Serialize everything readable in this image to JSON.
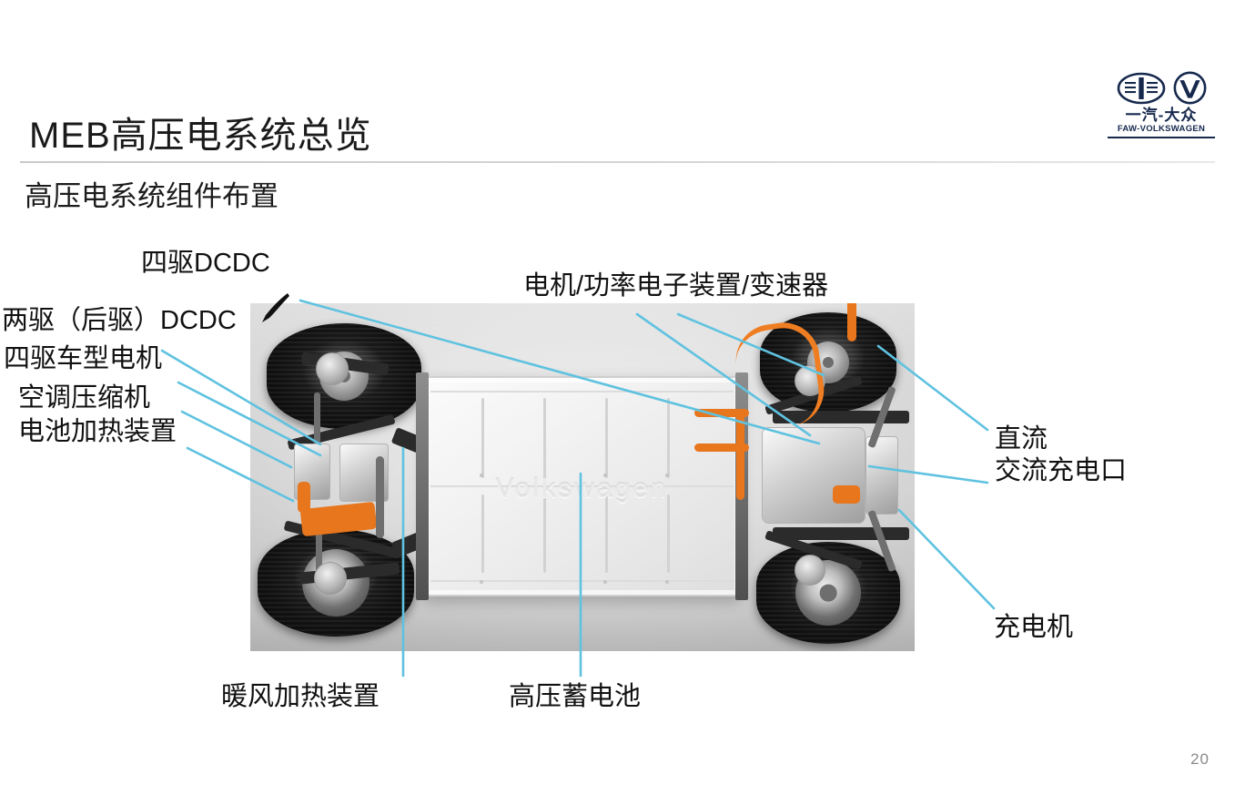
{
  "slide": {
    "title": "MEB高压电系统总览",
    "subtitle": "高压电系统组件布置",
    "page_number": "20"
  },
  "logo": {
    "cn": "一汽-大众",
    "en": "FAW-VOLKSWAGEN",
    "faw_mark": "faw-oval-logo",
    "vw_mark": "volkswagen-circle-logo"
  },
  "diagram": {
    "alt": "MEB platform chassis with high-voltage components",
    "battery_emboss": "Volkswagen",
    "leader_line_color": "#5FC2E0",
    "callouts": [
      {
        "id": "4wd-dcdc",
        "text": "四驱DCDC"
      },
      {
        "id": "2wd-dcdc",
        "text": "两驱（后驱）DCDC"
      },
      {
        "id": "4wd-motor",
        "text": "四驱车型电机"
      },
      {
        "id": "ac-compressor",
        "text": "空调压缩机"
      },
      {
        "id": "battery-heater",
        "text": "电池加热装置"
      },
      {
        "id": "motor-pe-gearbox",
        "text": "电机/功率电子装置/变速器"
      },
      {
        "id": "charge-port-dc",
        "text": "直流"
      },
      {
        "id": "charge-port-ac",
        "text": "交流充电口"
      },
      {
        "id": "charger",
        "text": "充电机"
      },
      {
        "id": "cabin-heater",
        "text": "暖风加热装置"
      },
      {
        "id": "hv-battery",
        "text": "高压蓄电池"
      }
    ]
  }
}
